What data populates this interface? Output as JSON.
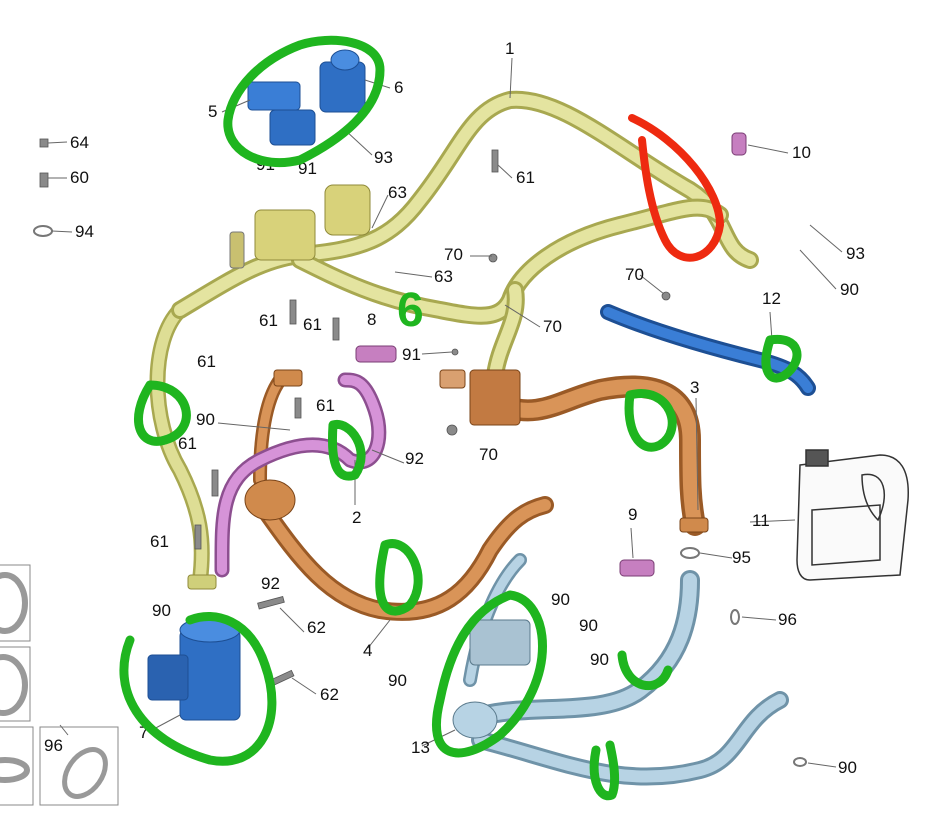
{
  "diagram": {
    "type": "exploded parts diagram - cooling / coolant hoses",
    "colors": {
      "yellow_hose": "#d9d98a",
      "orange_hose": "#cf8a4e",
      "pink_hose": "#c57fc8",
      "blue_part": "#2f6fc4",
      "lightblue_hose": "#a9c9dc",
      "annotation_green": "#1fb51f",
      "annotation_red": "#ee2a10"
    },
    "labels": [
      "1",
      "5",
      "6",
      "93",
      "91",
      "91",
      "64",
      "60",
      "94",
      "61",
      "63",
      "63",
      "70",
      "70",
      "70",
      "70",
      "10",
      "93",
      "90",
      "12",
      "61",
      "61",
      "8",
      "91",
      "61",
      "3",
      "90",
      "61",
      "92",
      "2",
      "61",
      "61",
      "9",
      "11",
      "95",
      "96",
      "92",
      "90",
      "62",
      "62",
      "7",
      "4",
      "90",
      "90",
      "90",
      "90",
      "13",
      "90",
      "96"
    ],
    "handwritten": [
      "6"
    ]
  }
}
